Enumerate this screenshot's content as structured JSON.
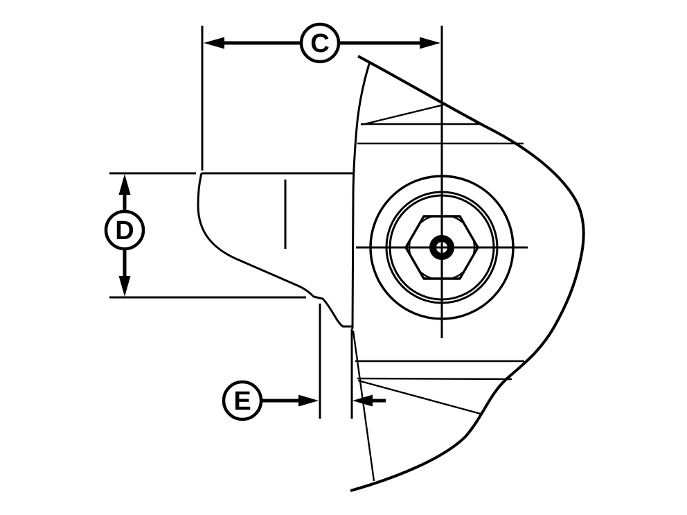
{
  "colors": {
    "line": "#000000",
    "background": "#ffffff"
  },
  "callouts": [
    {
      "label": "C"
    },
    {
      "label": "D"
    },
    {
      "label": "E"
    }
  ]
}
